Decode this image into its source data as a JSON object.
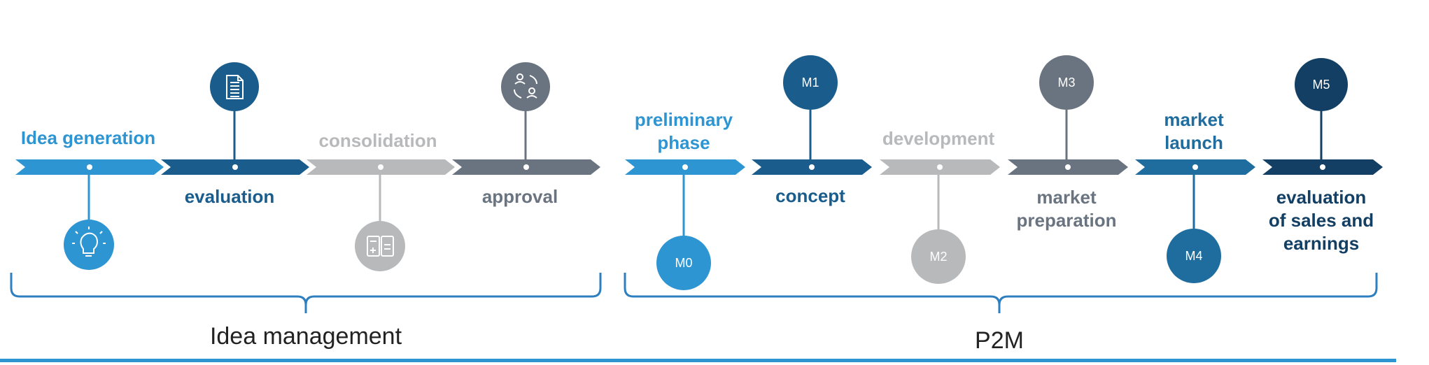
{
  "idea_management": {
    "section_label": "Idea management",
    "steps": [
      {
        "label": "Idea generation",
        "color": "#2e95d3",
        "text_color": "#2e95d3",
        "icon": "lightbulb-icon"
      },
      {
        "label": "evaluation",
        "color": "#1a5d8c",
        "text_color": "#1a5d8c",
        "icon": "document-icon"
      },
      {
        "label": "consolidation",
        "color": "#b8b9bb",
        "text_color": "#b8b9bb",
        "icon": "calculator-icon"
      },
      {
        "label": "approval",
        "color": "#6a7480",
        "text_color": "#6a7480",
        "icon": "people-exchange-icon"
      }
    ]
  },
  "p2m": {
    "section_label": "P2M",
    "steps": [
      {
        "label_lines": [
          "preliminary",
          "phase"
        ],
        "milestone": "M0",
        "color": "#2e95d3",
        "text_color": "#2e95d3"
      },
      {
        "label_lines": [
          "concept"
        ],
        "milestone": "M1",
        "color": "#1a5d8c",
        "text_color": "#1a5d8c"
      },
      {
        "label_lines": [
          "development"
        ],
        "milestone": "M2",
        "color": "#b8b9bb",
        "text_color": "#b8b9bb"
      },
      {
        "label_lines": [
          "market",
          "preparation"
        ],
        "milestone": "M3",
        "color": "#6a7480",
        "text_color": "#6a7480"
      },
      {
        "label_lines": [
          "market",
          "launch"
        ],
        "milestone": "M4",
        "color": "#1f6d9e",
        "text_color": "#1f6d9e"
      },
      {
        "label_lines": [
          "evaluation",
          "of sales and",
          "earnings"
        ],
        "milestone": "M5",
        "color": "#123f63",
        "text_color": "#123f63"
      }
    ]
  },
  "colors": {
    "bracket": "#2e7fc0",
    "footer_line": "#2e95d3"
  }
}
